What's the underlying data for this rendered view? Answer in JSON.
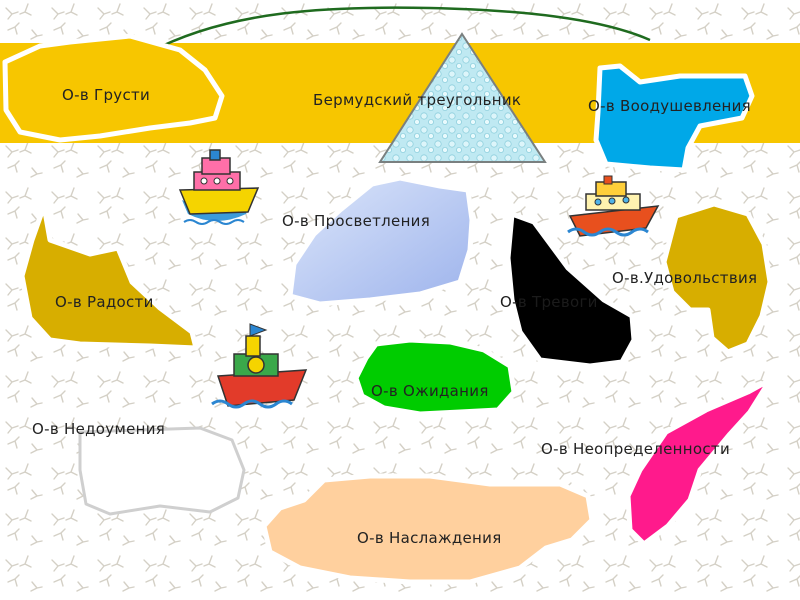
{
  "colors": {
    "band": "#F7C600",
    "island_outline": "#ffffff",
    "sadness": "#F7C600",
    "inspiration": "#00A8E8",
    "enlightenment": "#BFD0F3",
    "joy": "#D7AE00",
    "anxiety": "#000000",
    "satisfaction": "#D7AE00",
    "expectation": "#00CC00",
    "bewilderment": "#ffffff",
    "uncertainty": "#FF1A8C",
    "pleasure": "#FFD09E",
    "triangle": "#B9E6EE",
    "route_line": "#1f6b1f"
  },
  "icons": [
    "ship-icon",
    "ship-icon",
    "boat-icon"
  ],
  "labels": {
    "sadness": "О-в Грусти",
    "bermuda": "Бермудский треугольник",
    "inspiration": "О-в Воодушевления",
    "enlightenment": "О-в Просветления",
    "satisfaction": "О-в.Удовольствия",
    "joy": "О-в Радости",
    "anxiety": "О-в Тревоги",
    "expectation": "О-в Ожидания",
    "bewilderment": "О-в Недоумения",
    "uncertainty": "О-в Неопределенности",
    "pleasure": "О-в Наслаждения"
  }
}
